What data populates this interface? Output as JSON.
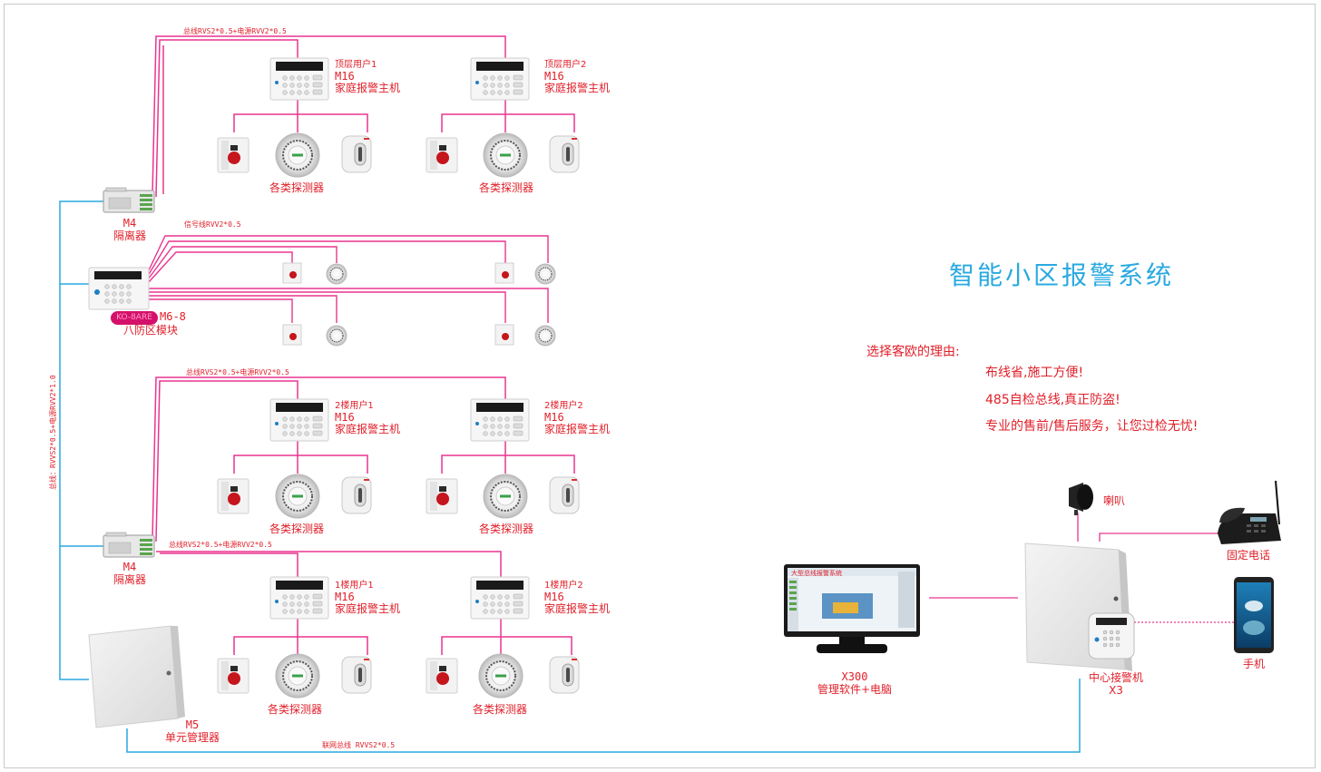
{
  "title": "智能小区报警系统",
  "reasons_heading": "选择客欧的理由:",
  "reasons": [
    "布线省,施工方便!",
    "485自检总线,真正防盗!",
    "专业的售前/售后服务，让您过检无忧!"
  ],
  "wiring": {
    "bus_power_top": "总线RVS2*0.5+电源RVV2*0.5",
    "signal": "信号线RVV2*0.5",
    "bus_power_mid": "总线RVS2*0.5+电源RVV2*0.5",
    "bus_power_low": "总线RVS2*0.5+电源RVV2*0.5",
    "vertical_bus": "总线：RVVS2*0.5+电源RVV2*1.0",
    "network_bus": "联网总线 RVVS2*0.5"
  },
  "isolator_top": {
    "model": "M4",
    "name": "隔离器"
  },
  "isolator_low": {
    "model": "M4",
    "name": "隔离器"
  },
  "zone_module": {
    "badge": "KO-8ARE",
    "model": "M6-8",
    "name": "八防区模块"
  },
  "unit_manager": {
    "model": "M5",
    "name": "单元管理器"
  },
  "hosts": [
    {
      "user": "顶层用户1",
      "model": "M16",
      "name": "家庭报警主机"
    },
    {
      "user": "顶层用户2",
      "model": "M16",
      "name": "家庭报警主机"
    },
    {
      "user": "2楼用户1",
      "model": "M16",
      "name": "家庭报警主机"
    },
    {
      "user": "2楼用户2",
      "model": "M16",
      "name": "家庭报警主机"
    },
    {
      "user": "1楼用户1",
      "model": "M16",
      "name": "家庭报警主机"
    },
    {
      "user": "1楼用户2",
      "model": "M16",
      "name": "家庭报警主机"
    }
  ],
  "detectors_label": "各类探测器",
  "computer": {
    "model": "X300",
    "name": "管理软件+电脑",
    "screen_title": "大型总线报警系统"
  },
  "center": {
    "name": "中心接警机",
    "model": "X3"
  },
  "horn": "喇叭",
  "phone": "固定电话",
  "mobile": "手机",
  "colors": {
    "bus": "#e9358f",
    "network": "#29a9e0",
    "text": "#e0202a",
    "title": "#29a9e0"
  }
}
